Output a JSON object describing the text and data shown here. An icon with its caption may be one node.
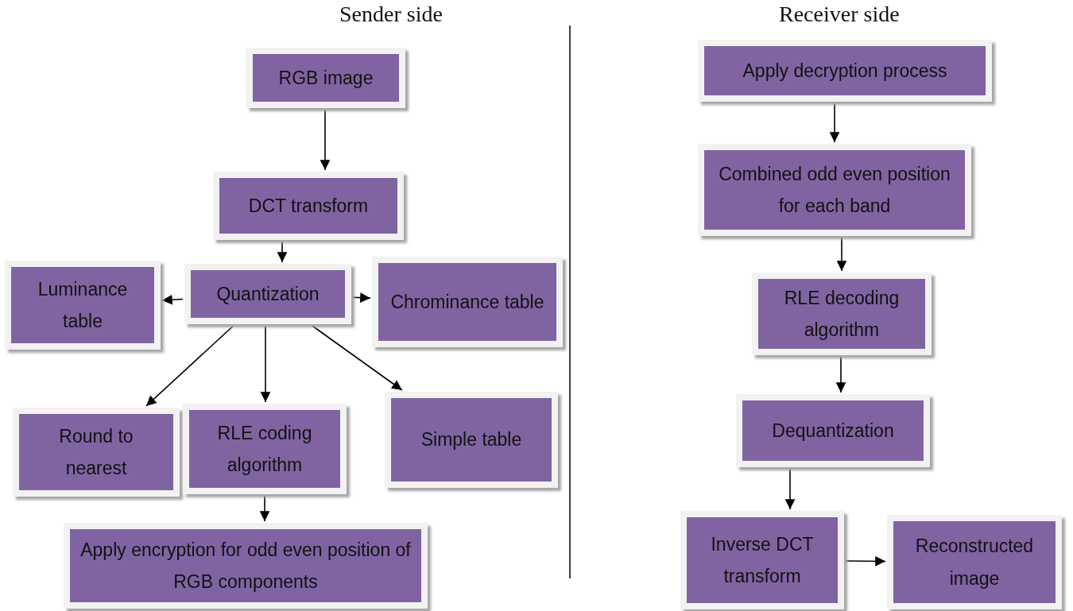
{
  "diagram": {
    "nodes": [
      {
        "text": [
          "RGB image"
        ]
      },
      {
        "text": [
          "DCT transform"
        ]
      },
      {
        "text": [
          "Luminance table"
        ]
      },
      {
        "text": [
          "Quantization"
        ]
      },
      {
        "text": [
          "Chrominance table"
        ]
      },
      {
        "text": [
          "Round to nearest"
        ]
      },
      {
        "text": [
          "RLE coding algorithm"
        ]
      },
      {
        "text": [
          "Simple table"
        ]
      },
      {
        "text": [
          "Apply encryption for odd even position of RGB components"
        ]
      },
      {
        "text": [
          "Apply decryption process"
        ]
      },
      {
        "text": [
          "Combined odd even position for each band"
        ]
      },
      {
        "text": [
          "RLE decoding algorithm"
        ]
      },
      {
        "text": [
          "Dequantization"
        ]
      },
      {
        "text": [
          "Inverse DCT transform"
        ]
      },
      {
        "text": [
          "Reconstructed image"
        ]
      }
    ],
    "edges": [
      {
        "from": 0,
        "to": 1,
        "arrow": "to"
      },
      {
        "from": 1,
        "to": 3,
        "arrow": "to"
      },
      {
        "from": 3,
        "to": 2,
        "arrow": "to"
      },
      {
        "from": 3,
        "to": 4,
        "arrow": "to"
      },
      {
        "from": 3,
        "to": 5,
        "arrow": "to"
      },
      {
        "from": 3,
        "to": 6,
        "arrow": "to"
      },
      {
        "from": 3,
        "to": 7,
        "arrow": "to"
      },
      {
        "from": 6,
        "to": 8,
        "arrow": "to"
      },
      {
        "from": 9,
        "to": 10,
        "arrow": "to"
      },
      {
        "from": 10,
        "to": 11,
        "arrow": "to"
      },
      {
        "from": 11,
        "to": 12,
        "arrow": "to"
      },
      {
        "from": 12,
        "to": 13,
        "arrow": "to"
      },
      {
        "from": 13,
        "to": 14,
        "arrow": "to"
      }
    ],
    "labels": [
      "Sender side",
      "Receiver side"
    ]
  }
}
